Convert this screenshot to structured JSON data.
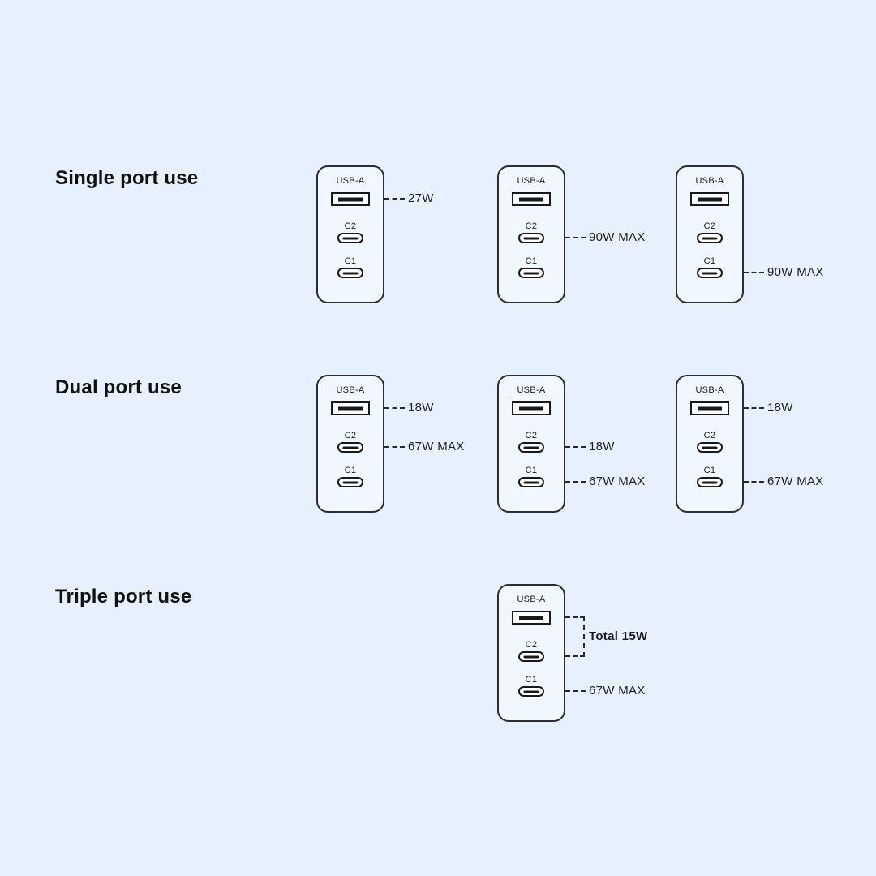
{
  "page": {
    "background_color": "#E7F1FD",
    "stroke_color": "#2A2D32",
    "charger_fill_color": "#F1F7FE",
    "port_fill_color": "#FFFFFF",
    "text_color": "#1A1C1F"
  },
  "sections": [
    {
      "title": "Single port use",
      "chargers": [
        {
          "ports": [
            {
              "label": "USB-A"
            },
            {
              "label": "C2"
            },
            {
              "label": "C1"
            }
          ],
          "annotations": [
            {
              "port": "USB-A",
              "text": "27W"
            }
          ]
        },
        {
          "ports": [
            {
              "label": "USB-A"
            },
            {
              "label": "C2"
            },
            {
              "label": "C1"
            }
          ],
          "annotations": [
            {
              "port": "C2",
              "text": "90W MAX"
            }
          ]
        },
        {
          "ports": [
            {
              "label": "USB-A"
            },
            {
              "label": "C2"
            },
            {
              "label": "C1"
            }
          ],
          "annotations": [
            {
              "port": "C1",
              "text": "90W MAX"
            }
          ]
        }
      ]
    },
    {
      "title": "Dual port use",
      "chargers": [
        {
          "ports": [
            {
              "label": "USB-A"
            },
            {
              "label": "C2"
            },
            {
              "label": "C1"
            }
          ],
          "annotations": [
            {
              "port": "USB-A",
              "text": "18W"
            },
            {
              "port": "C2",
              "text": "67W MAX"
            }
          ]
        },
        {
          "ports": [
            {
              "label": "USB-A"
            },
            {
              "label": "C2"
            },
            {
              "label": "C1"
            }
          ],
          "annotations": [
            {
              "port": "C2",
              "text": "18W"
            },
            {
              "port": "C1",
              "text": "67W MAX"
            }
          ]
        },
        {
          "ports": [
            {
              "label": "USB-A"
            },
            {
              "label": "C2"
            },
            {
              "label": "C1"
            }
          ],
          "annotations": [
            {
              "port": "USB-A",
              "text": "18W"
            },
            {
              "port": "C1",
              "text": "67W MAX"
            }
          ]
        }
      ]
    },
    {
      "title": "Triple port use",
      "chargers": [
        {
          "ports": [
            {
              "label": "USB-A"
            },
            {
              "label": "C2"
            },
            {
              "label": "C1"
            }
          ],
          "annotations": [
            {
              "port": "USB-A+C2",
              "text": "Total 15W"
            },
            {
              "port": "C1",
              "text": "67W MAX"
            }
          ]
        }
      ]
    }
  ]
}
